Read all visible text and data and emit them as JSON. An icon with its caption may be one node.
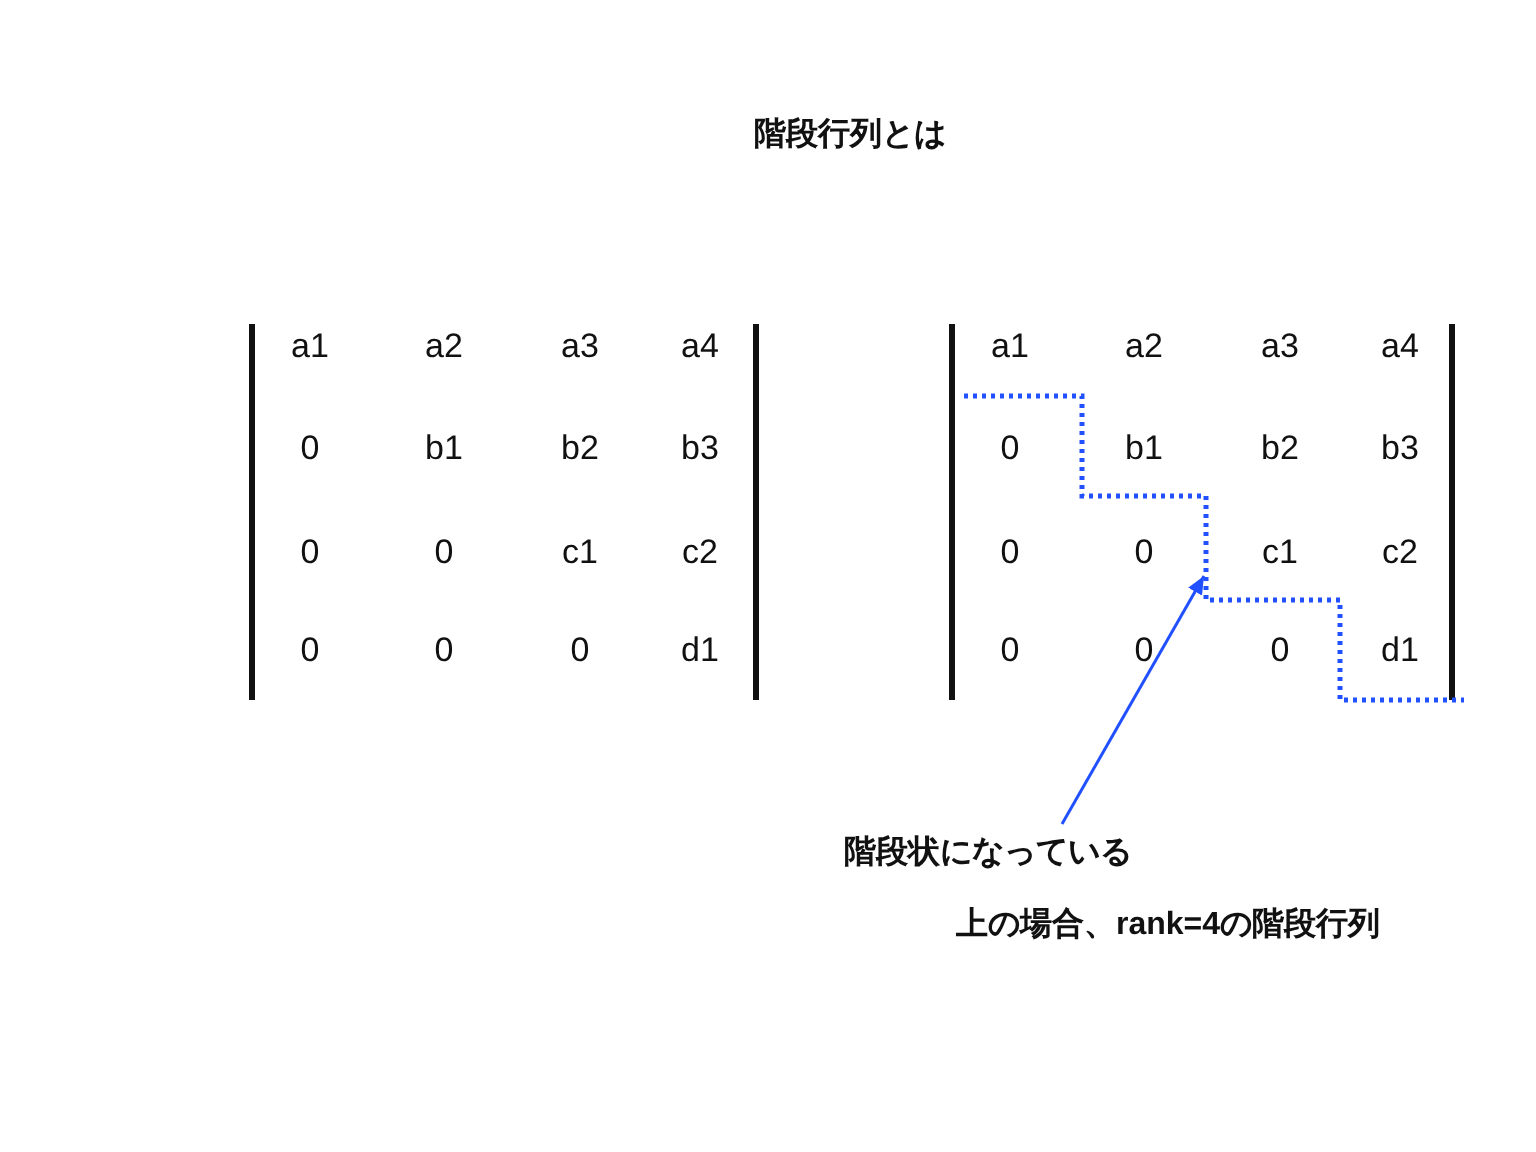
{
  "diagram": {
    "title": "階段行列とは",
    "nodes": [
      {
        "text": [
          "階段状になっている"
        ]
      },
      {
        "text": [],
        "shape": "line"
      }
    ],
    "edges": [
      {
        "from": 0,
        "to": 1,
        "arrow": "to",
        "color": "#2050ff"
      }
    ],
    "labels": [
      "a1",
      "a2",
      "a3",
      "a4",
      "0",
      "b1",
      "b2",
      "b3",
      "0",
      "0",
      "c1",
      "c2",
      "0",
      "0",
      "0",
      "d1",
      "a1",
      "a2",
      "a3",
      "a4",
      "0",
      "b1",
      "b2",
      "b3",
      "0",
      "0",
      "c1",
      "c2",
      "0",
      "0",
      "0",
      "d1"
    ],
    "caption": "上の場合、rank=4の階段行列"
  }
}
